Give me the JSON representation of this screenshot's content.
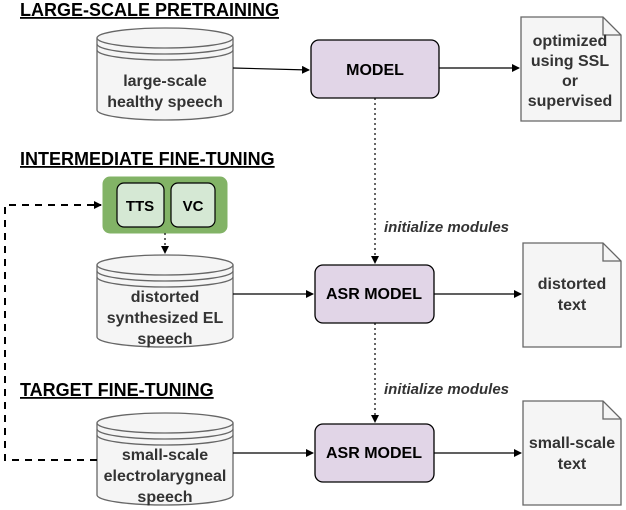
{
  "sections": {
    "pretraining": "LARGE-SCALE PRETRAINING",
    "intermediate": "INTERMEDIATE FINE-TUNING",
    "target": "TARGET FINE-TUNING"
  },
  "databases": {
    "pretrain": [
      "large-scale",
      "healthy speech"
    ],
    "intermediate": [
      "distorted",
      "synthesized EL",
      "speech"
    ],
    "target": [
      "small-scale",
      "electrolarygneal",
      "speech"
    ]
  },
  "models": {
    "pretrain": "MODEL",
    "intermediate": "ASR MODEL",
    "target": "ASR MODEL"
  },
  "outputs": {
    "pretrain": [
      "optimized",
      "using SSL",
      "or",
      "supervised"
    ],
    "intermediate": [
      "distorted",
      "text"
    ],
    "target": [
      "small-scale",
      "text"
    ]
  },
  "synthesis": {
    "tts": "TTS",
    "vc": "VC"
  },
  "edges": {
    "init1": "initialize modules",
    "init2": "initialize modules"
  },
  "colors": {
    "model_fill": "#e1d5e7",
    "model_stroke": "#000000",
    "green_fill": "#82b366",
    "inner_fill": "#d5e8d4",
    "db_fill": "#f5f5f5",
    "db_stroke": "#666666",
    "doc_fill": "#f5f5f5"
  }
}
